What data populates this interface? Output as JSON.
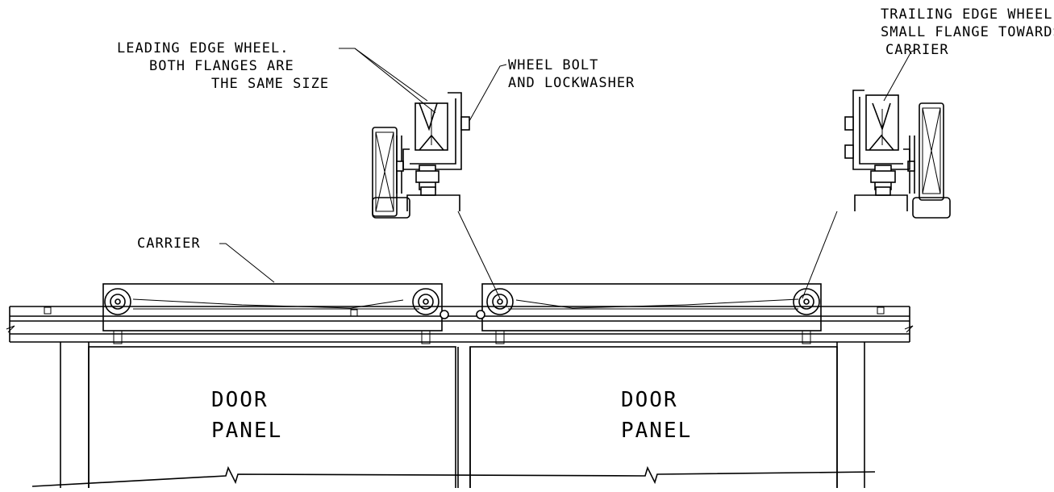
{
  "labels": {
    "leading_wheel": [
      "LEADING EDGE WHEEL.",
      "BOTH FLANGES ARE",
      "THE SAME SIZE"
    ],
    "wheel_bolt": [
      "WHEEL BOLT",
      "AND LOCKWASHER"
    ],
    "trailing_wheel": [
      "TRAILING EDGE WHEEL.",
      "SMALL FLANGE TOWARDS",
      "CARRIER"
    ],
    "carrier": "CARRIER",
    "door_panel_left": [
      "DOOR",
      "PANEL"
    ],
    "door_panel_right": [
      "DOOR",
      "PANEL"
    ]
  }
}
